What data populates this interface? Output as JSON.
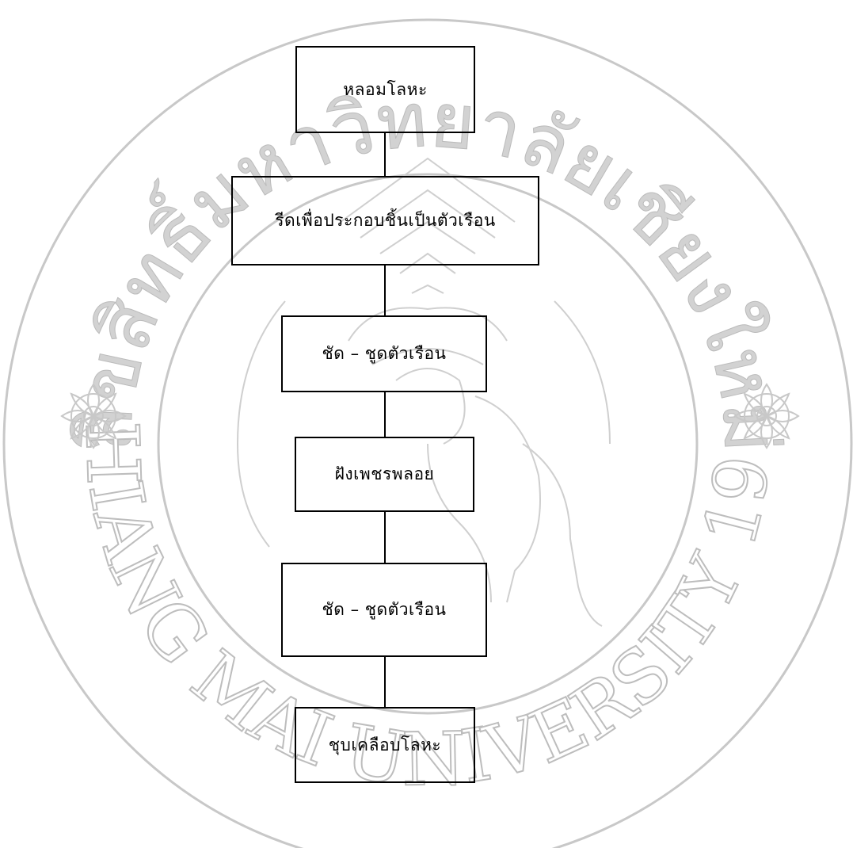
{
  "watermark": {
    "top_text": "ลิขสิทธิ์มหาวิทยาลัยเชียงใหม่",
    "bottom_text": "CHIANG MAI UNIVERSITY 1964",
    "color": "#c8c8c8"
  },
  "flowchart": {
    "steps": [
      {
        "label": "หลอมโลหะ"
      },
      {
        "label": "รีดเพื่อประกอบชิ้นเป็นตัวเรือน"
      },
      {
        "label": "ชัด – ชูดตัวเรือน"
      },
      {
        "label": "ฝังเพชรพลอย"
      },
      {
        "label": "ชัด – ชูดตัวเรือน"
      },
      {
        "label": "ชุบเคลือบโลหะ"
      }
    ]
  }
}
